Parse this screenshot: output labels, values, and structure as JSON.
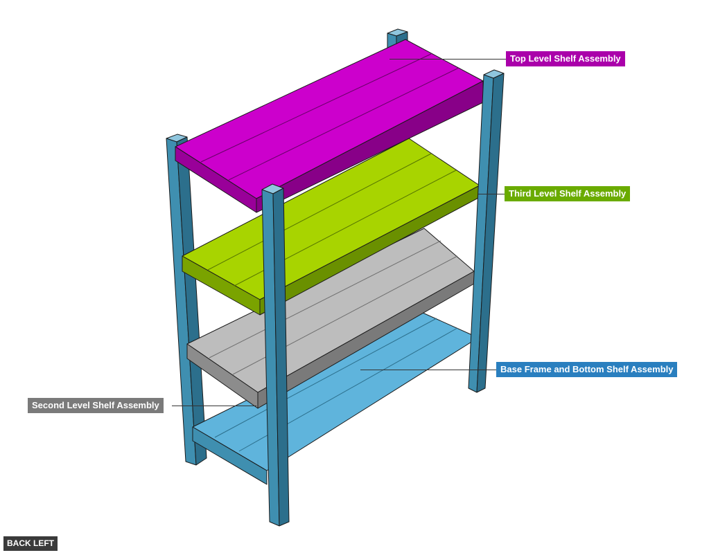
{
  "labels": {
    "top": "Top Level Shelf Assembly",
    "third": "Third Level Shelf Assembly",
    "base": "Base Frame and Bottom Shelf Assembly",
    "second": "Second Level Shelf Assembly"
  },
  "view_label": "BACK LEFT",
  "colors": {
    "top_shelf": "#cc00cc",
    "top_label_bg": "#aa00aa",
    "third_shelf": "#a8d400",
    "third_label_bg": "#6aab00",
    "second_shelf": "#bdbdbd",
    "second_label_bg": "#7a7a7a",
    "base_shelf": "#5fb4dc",
    "base_label_bg": "#2a7fbf",
    "posts": "#3f8fb0",
    "view_label_bg": "#3a3a3a"
  }
}
